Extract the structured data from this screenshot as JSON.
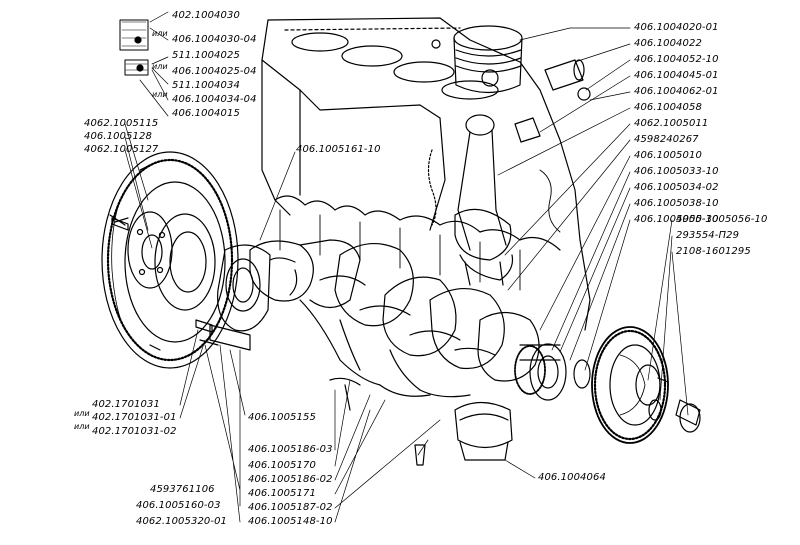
{
  "labels": {
    "top_left": [
      "402.1004030",
      "или",
      "406.1004030-04",
      "511.1004025",
      "или",
      "406.1004025-04",
      "511.1004034",
      "или",
      "406.1004034-04",
      "406.1004015"
    ],
    "left": [
      "4062.1005115",
      "406.1005128",
      "4062.1005127"
    ],
    "mid_top": "406.1005161-10",
    "right": [
      "406.1004020-01",
      "406.1004022",
      "406.1004052-10",
      "406.1004045-01",
      "406.1004062-01",
      "406.1004058",
      "4062.1005011",
      "4598240267",
      "406.1005010",
      "406.1005033-10",
      "406.1005034-02",
      "406.1005038-10",
      "406.1005050-30",
      "4905-1005056-10",
      "293554-П29",
      "2108-1601295"
    ],
    "left_bottom": [
      "402.1701031",
      "или",
      "402.1701031-01",
      "или",
      "402.1701031-02"
    ],
    "mid_bottom": "406.1005155",
    "bottom_left": [
      "4593761106",
      "406.1005160-03",
      "4062.1005320-01"
    ],
    "bottom_center": [
      "406.1005186-03",
      "406.1005170",
      "406.1005186-02",
      "406.1005171",
      "406.1005187-02",
      "406.1005148-10"
    ],
    "bottom_right": "406.1004064"
  }
}
